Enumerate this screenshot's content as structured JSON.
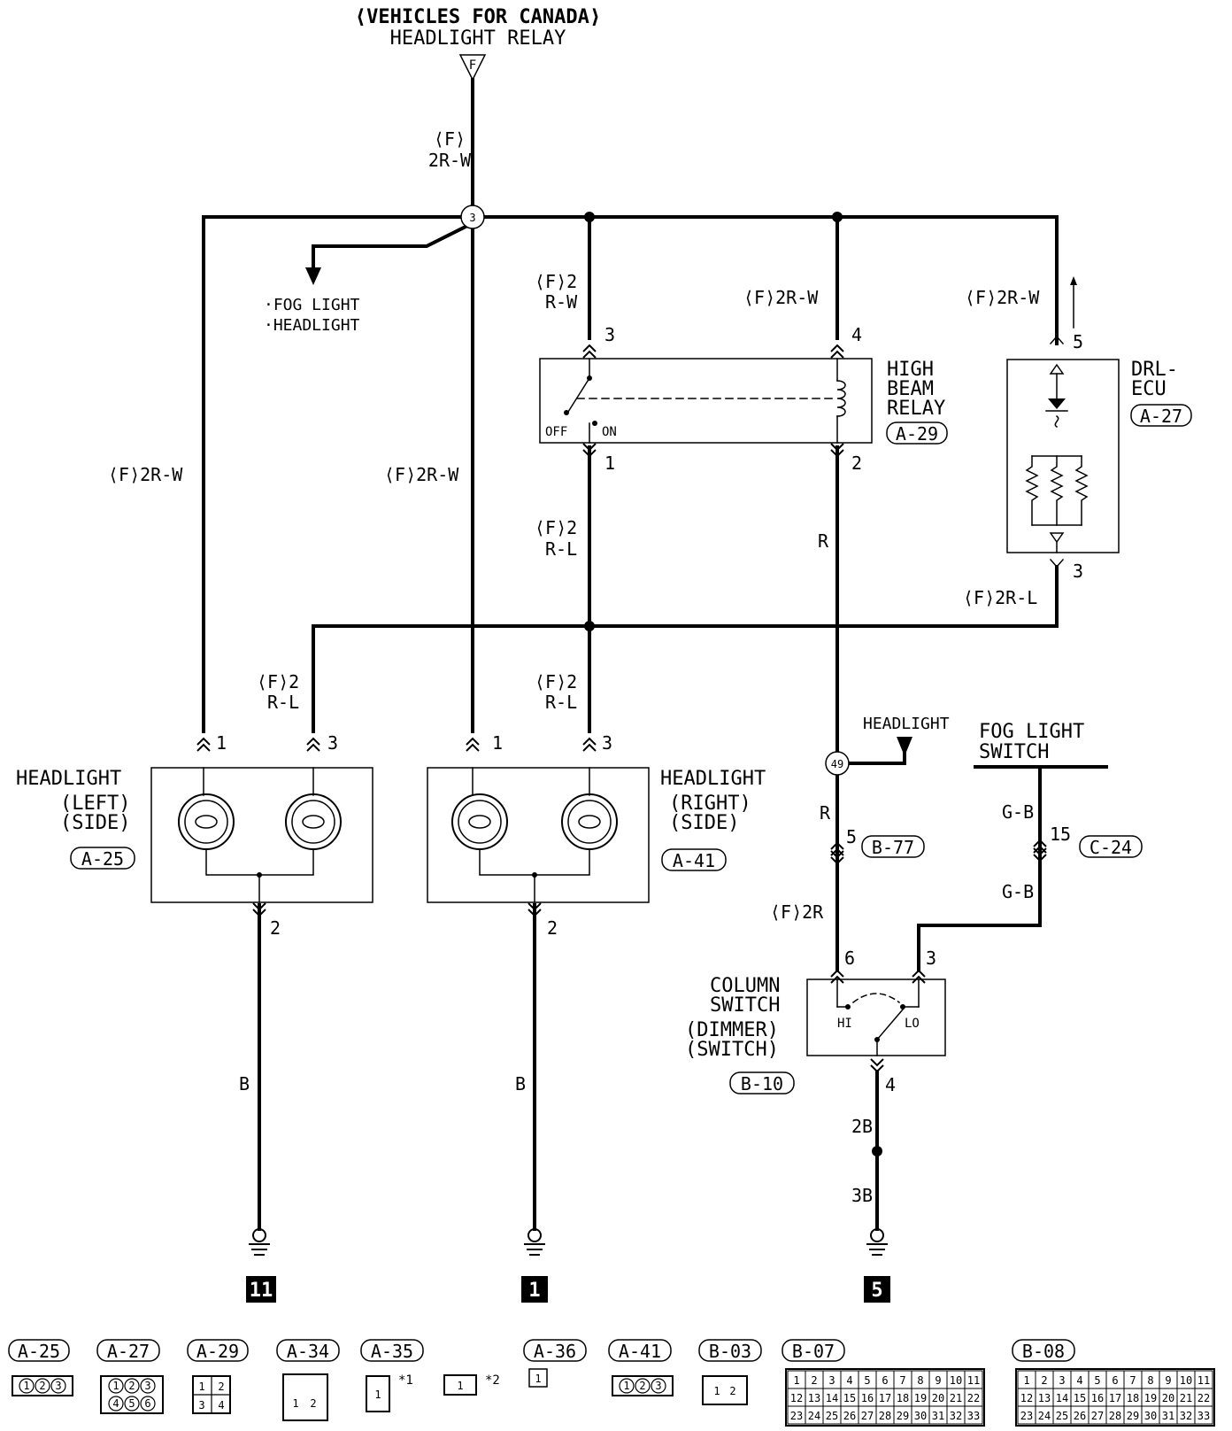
{
  "header": {
    "title": "⟨VEHICLES FOR CANADA⟩",
    "subtitle": "HEADLIGHT RELAY",
    "relay_marker": "F"
  },
  "wires": {
    "f_2rw_top_l1": "⟨F⟩",
    "f_2rw_top_l2": "2R-W",
    "junction_top": "3",
    "fog_ref_1": "·FOG LIGHT",
    "fog_ref_2": "·HEADLIGHT",
    "left_long": "⟨F⟩2R-W",
    "mid_long": "⟨F⟩2R-W",
    "relay_in3_l1": "⟨F⟩2",
    "relay_in3_l2": "R-W",
    "relay_in4": "⟨F⟩2R-W",
    "drl_in5": "⟨F⟩2R-W",
    "relay_out1_l1": "⟨F⟩2",
    "relay_out1_l2": "R-L",
    "relay_out2": "R",
    "drl_out3": "⟨F⟩2R-L",
    "hl_left_3_l1": "⟨F⟩2",
    "hl_left_3_l2": "R-L",
    "hl_right_3_l1": "⟨F⟩2",
    "hl_right_3_l2": "R-L",
    "headlight_ref": "HEADLIGHT",
    "junction_49": "49",
    "r_below_49": "R",
    "f2r": "⟨F⟩2R",
    "gb_top": "G-B",
    "gb_bottom": "G-B",
    "b_left": "B",
    "b_right": "B",
    "gnd_2b": "2B",
    "gnd_3b": "3B"
  },
  "pins": {
    "relay_3": "3",
    "relay_4": "4",
    "relay_1": "1",
    "relay_2": "2",
    "drl_5": "5",
    "drl_3": "3",
    "hl_l_1": "1",
    "hl_l_3": "3",
    "hl_l_2": "2",
    "hl_r_1": "1",
    "hl_r_3": "3",
    "hl_r_2": "2",
    "b77_5": "5",
    "c24_15": "15",
    "col_6": "6",
    "col_3": "3",
    "col_4": "4"
  },
  "components": {
    "high_beam_relay": {
      "l1": "HIGH",
      "l2": "BEAM",
      "l3": "RELAY",
      "code": "A-29",
      "off": "OFF",
      "on": "ON"
    },
    "drl_ecu": {
      "l1": "DRL-",
      "l2": "ECU",
      "code": "A-27"
    },
    "headlight_left": {
      "l1": "HEADLIGHT",
      "l2": "(LEFT)",
      "l3": "(SIDE)",
      "code": "A-25"
    },
    "headlight_right": {
      "l1": "HEADLIGHT",
      "l2": "(RIGHT)",
      "l3": "(SIDE)",
      "code": "A-41"
    },
    "fog_switch": {
      "l1": "FOG LIGHT",
      "l2": "SWITCH"
    },
    "column_switch": {
      "l1": "COLUMN",
      "l2": "SWITCH",
      "l3": "(DIMMER)",
      "l4": "(SWITCH)",
      "code": "B-10",
      "hi": "HI",
      "lo": "LO"
    },
    "b77": "B-77",
    "c24": "C-24"
  },
  "grounds": {
    "g1": "11",
    "g2": "1",
    "g3": "5"
  },
  "connectors": {
    "a25": {
      "code": "A-25",
      "pins": [
        "1",
        "2",
        "3"
      ]
    },
    "a27": {
      "code": "A-27",
      "pins": [
        "1",
        "2",
        "3",
        "4",
        "5",
        "6"
      ]
    },
    "a29": {
      "code": "A-29",
      "pins": [
        "1",
        "2",
        "3",
        "4"
      ]
    },
    "a34": {
      "code": "A-34",
      "pins": [
        "1",
        "2"
      ]
    },
    "a35": {
      "code": "A-35",
      "pins": [
        "1"
      ],
      "note": "*1"
    },
    "a35b": {
      "pins": [
        "1"
      ],
      "note": "*2"
    },
    "a36": {
      "code": "A-36",
      "pins": [
        "1"
      ]
    },
    "a41": {
      "code": "A-41",
      "pins": [
        "1",
        "2",
        "3"
      ]
    },
    "b03": {
      "code": "B-03",
      "pins": [
        "1",
        "2"
      ]
    },
    "b07": {
      "code": "B-07",
      "rows": [
        [
          "1",
          "2",
          "3",
          "4",
          "5",
          "6",
          "7",
          "8",
          "9",
          "10",
          "11"
        ],
        [
          "12",
          "13",
          "14",
          "15",
          "16",
          "17",
          "18",
          "19",
          "20",
          "21",
          "22"
        ],
        [
          "23",
          "24",
          "25",
          "26",
          "27",
          "28",
          "29",
          "30",
          "31",
          "32",
          "33"
        ]
      ]
    },
    "b08": {
      "code": "B-08",
      "rows": [
        [
          "1",
          "2",
          "3",
          "4",
          "5",
          "6",
          "7",
          "8",
          "9",
          "10",
          "11"
        ],
        [
          "12",
          "13",
          "14",
          "15",
          "16",
          "17",
          "18",
          "19",
          "20",
          "21",
          "22"
        ],
        [
          "23",
          "24",
          "25",
          "26",
          "27",
          "28",
          "29",
          "30",
          "31",
          "32",
          "33"
        ]
      ]
    }
  }
}
